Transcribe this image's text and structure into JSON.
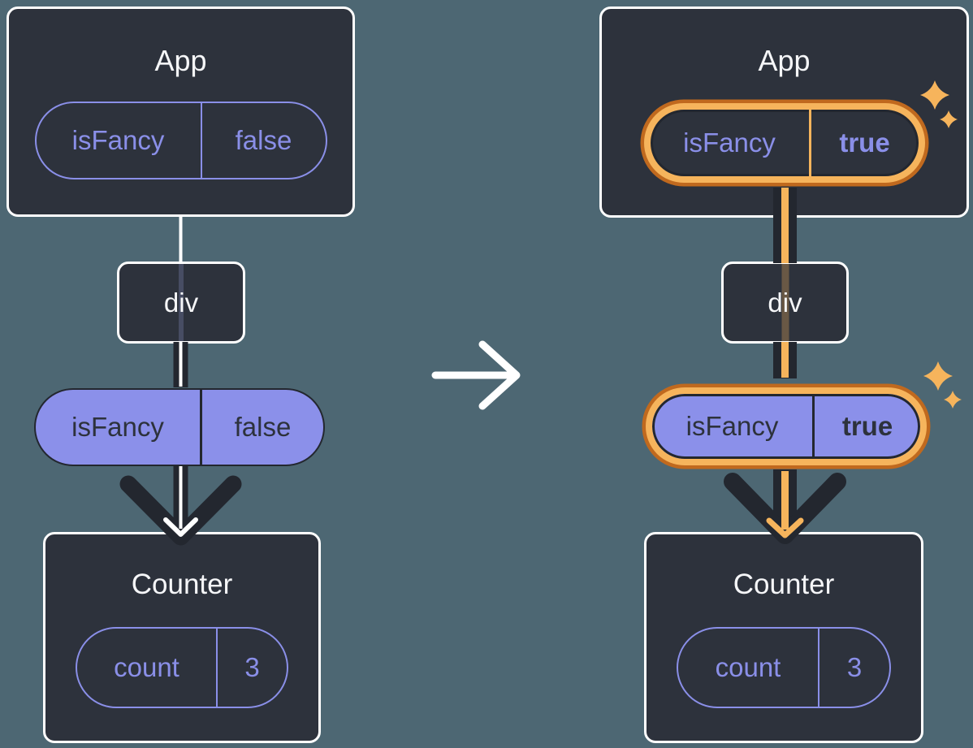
{
  "colors": {
    "background": "#4d6773",
    "panel_fill": "#2d323c",
    "panel_border": "#ffffff",
    "purple": "#8a8fe8",
    "purple_fill": "#8b90ea",
    "dark": "#23272f",
    "orange_light": "#f6b45c",
    "orange_dark": "#c0691e",
    "white": "#ffffff"
  },
  "left": {
    "app": {
      "title": "App",
      "state_pill": {
        "name": "isFancy",
        "value": "false"
      }
    },
    "div_node": {
      "label": "div"
    },
    "prop_pill": {
      "name": "isFancy",
      "value": "false"
    },
    "counter": {
      "title": "Counter",
      "state_pill": {
        "name": "count",
        "value": "3"
      }
    }
  },
  "right": {
    "app": {
      "title": "App",
      "state_pill": {
        "name": "isFancy",
        "value": "true"
      }
    },
    "div_node": {
      "label": "div"
    },
    "prop_pill": {
      "name": "isFancy",
      "value": "true"
    },
    "counter": {
      "title": "Counter",
      "state_pill": {
        "name": "count",
        "value": "3"
      }
    }
  }
}
